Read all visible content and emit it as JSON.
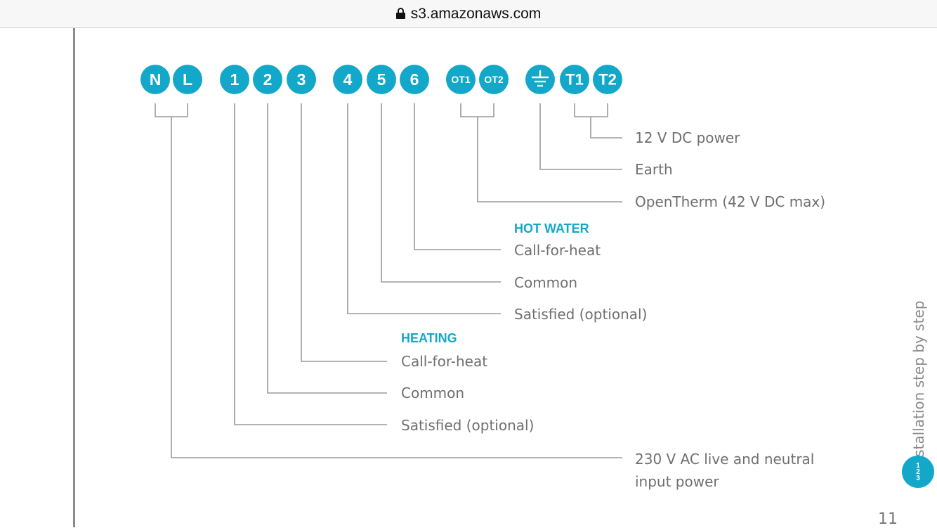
{
  "browser": {
    "url": "s3.amazonaws.com",
    "lock_icon": "lock-icon"
  },
  "terminals": [
    {
      "id": "N",
      "label": "N"
    },
    {
      "id": "L",
      "label": "L"
    },
    {
      "id": "1",
      "label": "1"
    },
    {
      "id": "2",
      "label": "2"
    },
    {
      "id": "3",
      "label": "3"
    },
    {
      "id": "4",
      "label": "4"
    },
    {
      "id": "5",
      "label": "5"
    },
    {
      "id": "6",
      "label": "6"
    },
    {
      "id": "OT1",
      "label": "OT1"
    },
    {
      "id": "OT2",
      "label": "OT2"
    },
    {
      "id": "earth",
      "label": "",
      "icon": "earth-ground-icon"
    },
    {
      "id": "T1",
      "label": "T1"
    },
    {
      "id": "T2",
      "label": "T2"
    }
  ],
  "labels": {
    "power_12v": "12 V DC power",
    "earth": "Earth",
    "opentherm": "OpenTherm (42 V DC max)",
    "hot_water_heading": "HOT WATER",
    "hw_call_for_heat": "Call-for-heat",
    "hw_common": "Common",
    "hw_satisfied": "Satisfied (optional)",
    "heating_heading": "HEATING",
    "h_call_for_heat": "Call-for-heat",
    "h_common": "Common",
    "h_satisfied": "Satisfied (optional)",
    "mains_line1": "230 V AC live and neutral",
    "mains_line2": "input power"
  },
  "sidebar": {
    "section_label": "Installation step by step",
    "step_badge": [
      "1",
      "2",
      "3"
    ]
  },
  "page_number": "11",
  "colors": {
    "accent": "#13a8c9",
    "wire": "#9a9a9a",
    "label_text": "#6f6f6f"
  }
}
